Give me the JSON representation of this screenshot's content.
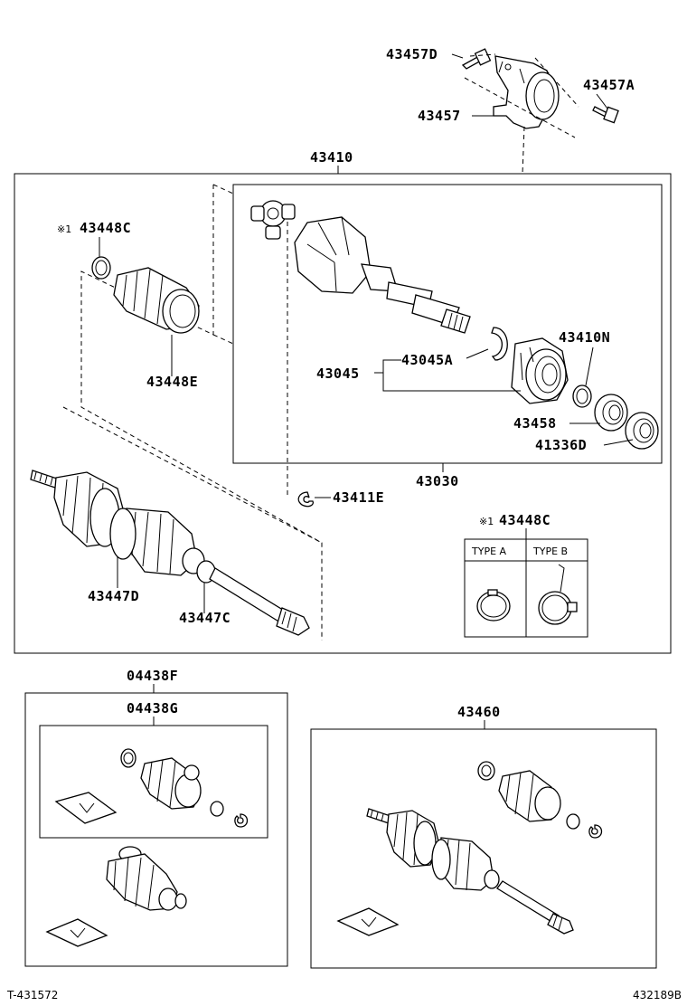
{
  "parts": {
    "p43457D": "43457D",
    "p43457A": "43457A",
    "p43457": "43457",
    "p43410": "43410",
    "p43448C": "43448C",
    "p43448C_mark": "※1",
    "p43448E": "43448E",
    "p43410N": "43410N",
    "p43045": "43045",
    "p43045A": "43045A",
    "p43458": "43458",
    "p41336D": "41336D",
    "p43030": "43030",
    "p43411E": "43411E",
    "p43448C_b_mark": "※1",
    "p43448C_b": "43448C",
    "p43447D": "43447D",
    "p43447C": "43447C",
    "p04438F": "04438F",
    "p04438G": "04438G",
    "p43460": "43460"
  },
  "clamp_table": {
    "type_a": "TYPE A",
    "type_b": "TYPE B"
  },
  "footer": {
    "left": "T-431572",
    "right": "432189B"
  }
}
